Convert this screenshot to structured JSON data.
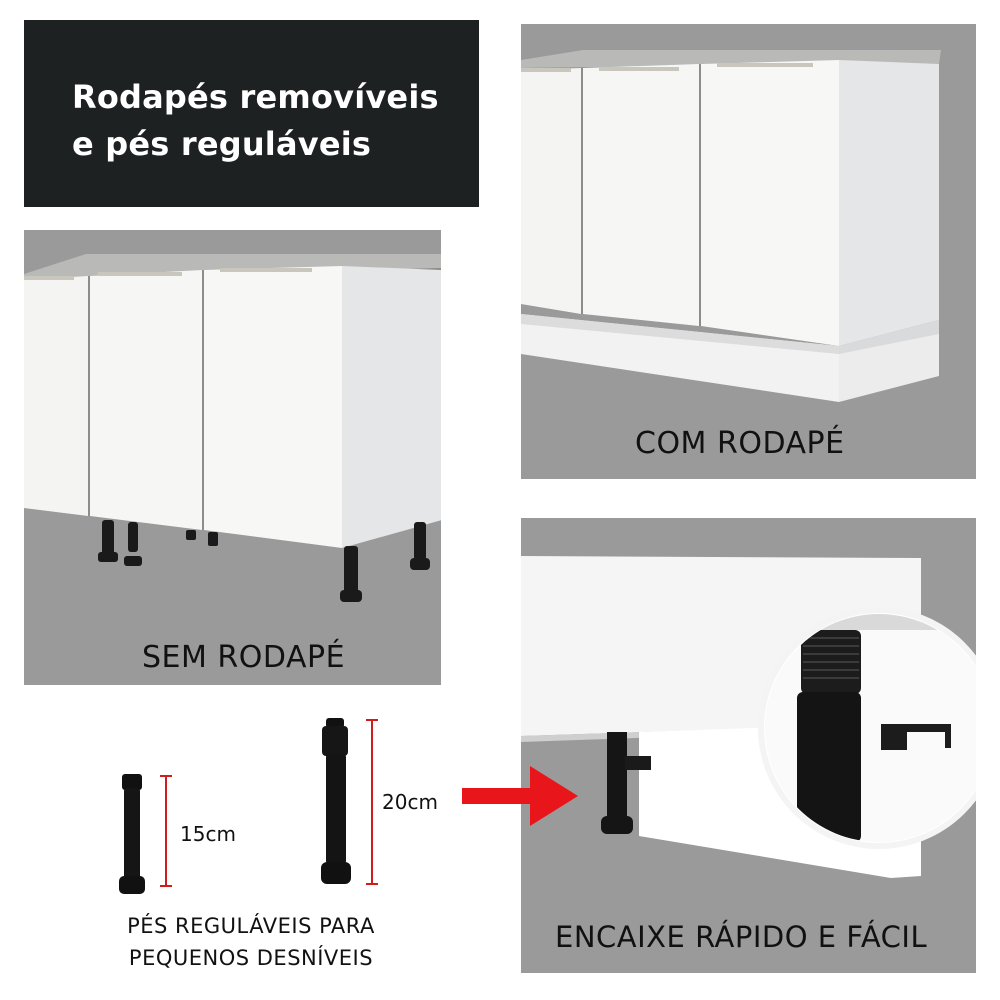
{
  "title": {
    "line1": "Rodapés removíveis",
    "line2": "e pés reguláveis"
  },
  "panels": {
    "sem_rodape": {
      "caption": "SEM RODAPÉ"
    },
    "com_rodape": {
      "caption": "COM RODAPÉ"
    },
    "encaixe": {
      "caption": "ENCAIXE RÁPIDO E FÁCIL"
    }
  },
  "feet": {
    "small_label": "15cm",
    "large_label": "20cm",
    "description_line1": "PÉS REGULÁVEIS PARA",
    "description_line2": "PEQUENOS DESNÍVEIS"
  },
  "colors": {
    "background_panel": "#9a9a9a",
    "title_bg": "#1e2121",
    "arrow": "#e8151b",
    "measure_line": "#d01c1c"
  }
}
